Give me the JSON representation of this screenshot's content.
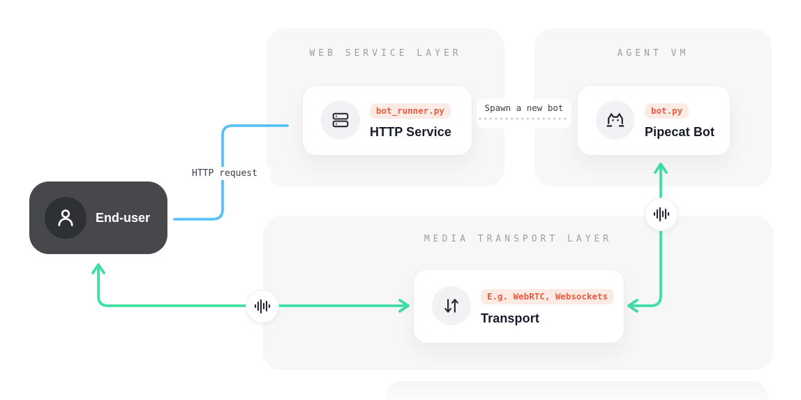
{
  "diagram": {
    "panels": {
      "web_service": {
        "title": "WEB SERVICE LAYER"
      },
      "agent_vm": {
        "title": "AGENT VM"
      },
      "media_transport": {
        "title": "MEDIA TRANSPORT LAYER"
      }
    },
    "nodes": {
      "end_user": {
        "label": "End-user",
        "icon": "user-icon"
      },
      "http_service": {
        "title": "HTTP Service",
        "badge": "bot_runner.py",
        "icon": "server-icon"
      },
      "pipecat_bot": {
        "title": "Pipecat Bot",
        "badge": "bot.py",
        "icon": "pipecat-cat-icon"
      },
      "transport": {
        "title": "Transport",
        "badge": "E.g. WebRTC, Websockets",
        "icon": "arrow-down-up-icon"
      }
    },
    "edges": {
      "http_request": {
        "label": "HTTP request",
        "type": "solid-elbow",
        "from": "End-user",
        "to": "HTTP Service"
      },
      "spawn_bot": {
        "label": "Spawn a new bot",
        "type": "dotted",
        "from": "HTTP Service",
        "to": "Pipecat Bot"
      },
      "user_media": {
        "type": "double-arrow-elbow",
        "icon": "audio-waveform-icon",
        "between": [
          "Transport",
          "End-user"
        ]
      },
      "bot_media": {
        "type": "double-arrow-elbow",
        "icon": "audio-waveform-icon",
        "between": [
          "Transport",
          "Pipecat Bot"
        ]
      }
    },
    "colors": {
      "page_bg": "#ffffff",
      "panel_bg": "#f7f7f8",
      "card_bg": "#ffffff",
      "card_border": "#eaecf2",
      "badge_bg": "#fcebe4",
      "badge_text": "#e65c3e",
      "card_title_text": "#151b28",
      "panel_title_text": "#9b9ea3",
      "end_user_bg": "#46484b",
      "end_user_avatar_bg": "#2e3134",
      "arrow_green": "#3edfa3",
      "arrow_blue": "#59c1f6",
      "dotted_gray": "#b8bbc0",
      "icon_ink": "#26292e"
    }
  }
}
